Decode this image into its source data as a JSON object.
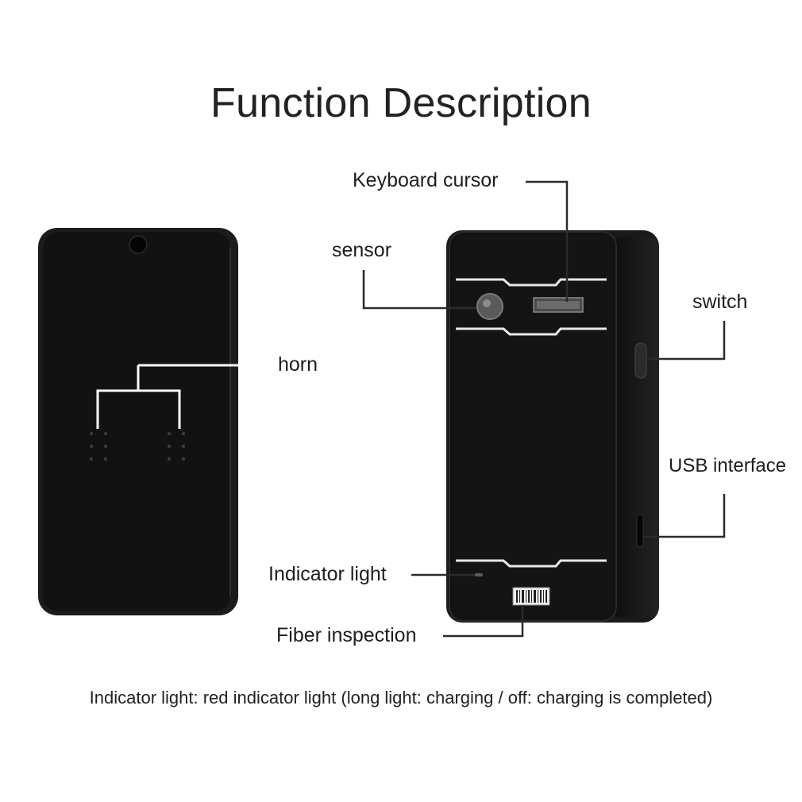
{
  "title": "Function Description",
  "labels": {
    "horn": "horn",
    "keyboard_cursor": "Keyboard cursor",
    "sensor": "sensor",
    "switch": "switch",
    "usb_interface": "USB interface",
    "indicator_light": "Indicator light",
    "fiber_inspection": "Fiber inspection"
  },
  "caption": "Indicator light: red indicator light (long light: charging / off: charging is completed)",
  "colors": {
    "device_body": "#141414",
    "device_edge": "#2a2a2a",
    "leader_line": "#2b2b2b",
    "panel_stripe": "#e8e8e8"
  }
}
